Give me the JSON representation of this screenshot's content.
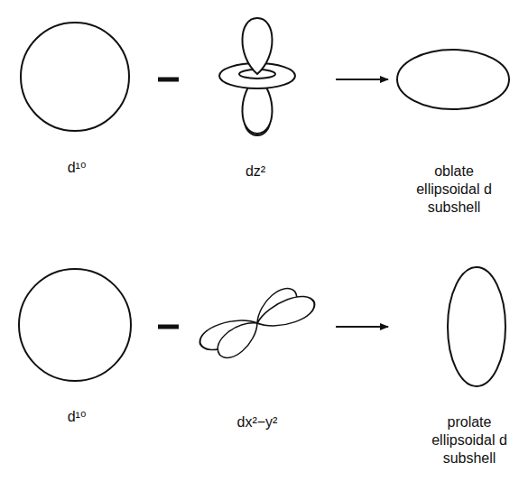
{
  "diagram": {
    "labels": [
      "d¹⁰",
      "dz²",
      "oblate ellipsoidal d subshell",
      "d¹⁰",
      "dx²−y²",
      "prolate ellipsoidal d subshell"
    ]
  }
}
